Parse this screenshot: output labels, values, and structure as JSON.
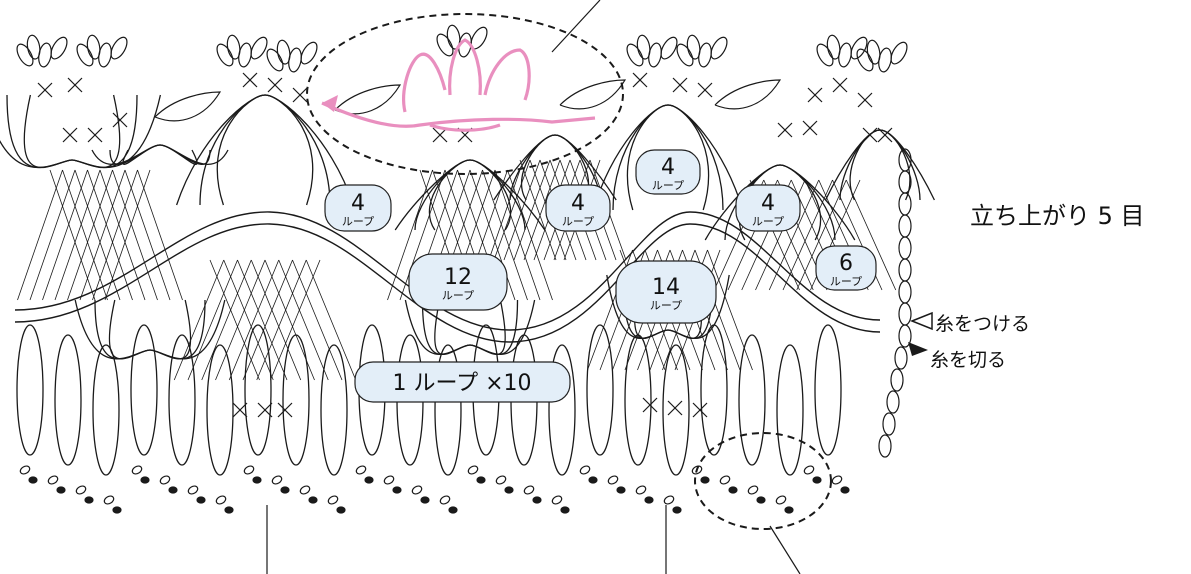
{
  "notes": {
    "rise": "立ち上がり 5 目",
    "attach": "糸をつける",
    "cut": "糸を切る"
  },
  "loop_labels": [
    {
      "num": "4",
      "unit": "ループ"
    },
    {
      "num": "12",
      "unit": "ループ"
    },
    {
      "num": "4",
      "unit": "ループ"
    },
    {
      "num": "4",
      "unit": "ループ"
    },
    {
      "num": "14",
      "unit": "ループ"
    },
    {
      "num": "4",
      "unit": "ループ"
    },
    {
      "num": "6",
      "unit": "ループ"
    }
  ],
  "bottom_label": "1 ループ ×10",
  "colors": {
    "line": "#1a1a1a",
    "highlight": "#e98fbf",
    "label_fill": "#e3eef8",
    "label_stroke": "#222222"
  }
}
